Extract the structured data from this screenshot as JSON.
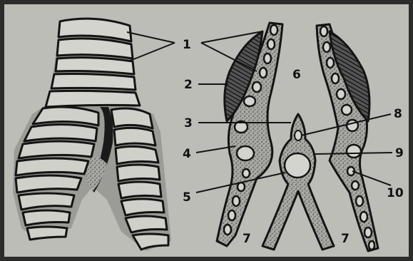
{
  "colors": {
    "paper": "#bdbdb8",
    "ink": "#141414",
    "tissue": "#a9a9a4",
    "frame": "#2c2c2a"
  },
  "labels": {
    "n1": "1",
    "n2": "2",
    "n3": "3",
    "n4": "4",
    "n5": "5",
    "n6": "6",
    "n7a": "7",
    "n7b": "7",
    "n8": "8",
    "n9": "9",
    "n10": "10"
  }
}
